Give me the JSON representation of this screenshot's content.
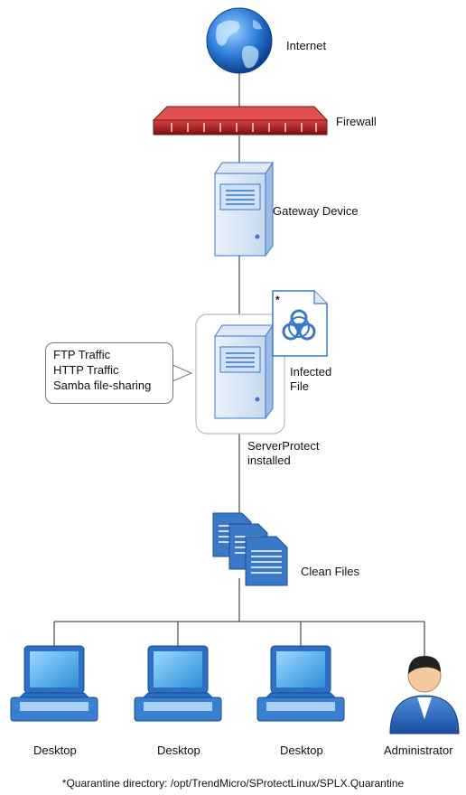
{
  "labels": {
    "internet": "Internet",
    "firewall": "Firewall",
    "gateway": "Gateway Device",
    "infected_line1": "Infected",
    "infected_line2": "File",
    "serverprotect_line1": "ServerProtect",
    "serverprotect_line2": "installed",
    "clean_files": "Clean Files",
    "desktop1": "Desktop",
    "desktop2": "Desktop",
    "desktop3": "Desktop",
    "administrator": "Administrator"
  },
  "traffic_callout": [
    "FTP Traffic",
    "HTTP Traffic",
    "Samba file-sharing"
  ],
  "infected_asterisk": "*",
  "footnote": "*Quarantine directory: /opt/TrendMicro/SProtectLinux/SPLX.Quarantine",
  "icons": [
    "globe-icon",
    "firewall-icon",
    "server-icon",
    "biohazard-icon",
    "document-icon",
    "laptop-icon",
    "person-icon"
  ],
  "colors": {
    "firewall": "#b22222",
    "server": "#3a78c8",
    "line": "#555555"
  }
}
